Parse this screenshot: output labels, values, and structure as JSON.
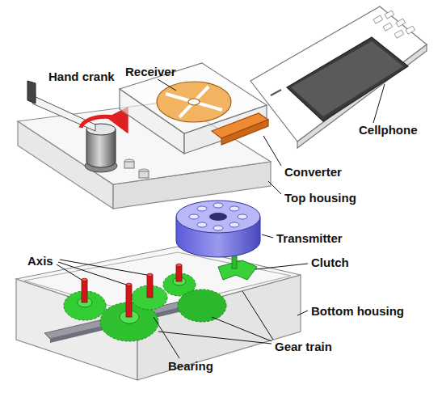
{
  "diagram": {
    "labels": [
      "Hand crank",
      "Receiver",
      "Cellphone",
      "Converter",
      "Top housing",
      "Transmitter",
      "Axis",
      "Clutch",
      "Bottom housing",
      "Gear train",
      "Bearing"
    ]
  }
}
